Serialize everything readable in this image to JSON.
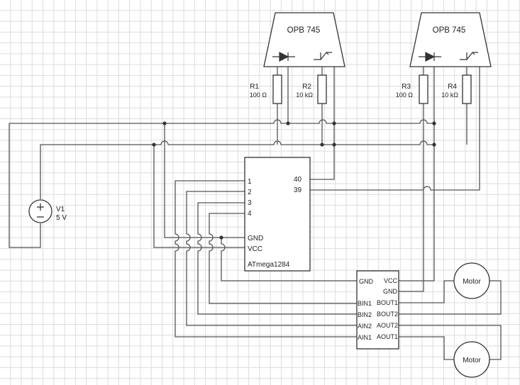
{
  "sensors": [
    {
      "title": "OPB 745"
    },
    {
      "title": "OPB 745"
    }
  ],
  "resistors": [
    {
      "name": "R1",
      "value": "100 Ω"
    },
    {
      "name": "R2",
      "value": "10 kΩ"
    },
    {
      "name": "R3",
      "value": "100 Ω"
    },
    {
      "name": "R4",
      "value": "10 kΩ"
    }
  ],
  "source": {
    "name": "V1",
    "value": "5 V"
  },
  "mcu": {
    "name": "ATmega1284",
    "pins_left": [
      "1",
      "2",
      "3",
      "4"
    ],
    "pin_gnd": "GND",
    "pin_vcc": "VCC",
    "pins_right": [
      "40",
      "39"
    ]
  },
  "driver": {
    "left": [
      "GND",
      "BIN1",
      "BIN2",
      "AIN2",
      "AIN1"
    ],
    "right": [
      "VCC",
      "GND",
      "BOUT1",
      "BOUT2",
      "AOUT2",
      "AOUT1"
    ]
  },
  "motors": [
    {
      "label": "Motor"
    },
    {
      "label": "Motor"
    }
  ]
}
